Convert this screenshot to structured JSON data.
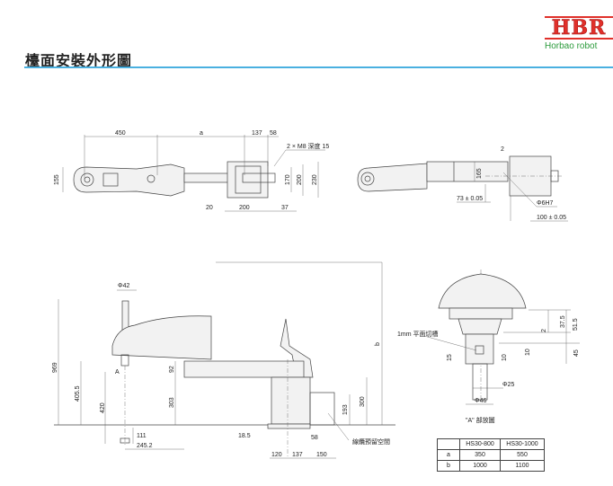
{
  "header": {
    "title": "檯面安裝外形圖",
    "logo_text": "HBR",
    "logo_sub": "Horbao robot"
  },
  "top_view": {
    "dims": [
      "450",
      "a",
      "137",
      "58",
      "155",
      "170",
      "200",
      "230",
      "20",
      "200",
      "37"
    ],
    "note": "2 × M8 深度 15"
  },
  "top_view_right": {
    "dims": [
      "2",
      "165",
      "73 ± 0.05",
      "Φ6H7",
      "100 ± 0.05"
    ]
  },
  "side_view": {
    "dims": [
      "Φ42",
      "969",
      "405.5",
      "420",
      "303",
      "92",
      "111",
      "245.2",
      "18.5",
      "120",
      "137",
      "150",
      "58",
      "193",
      "300",
      "b"
    ],
    "point_label": "A",
    "cable_note": "線纜預留空間"
  },
  "detail_a": {
    "dims": [
      "37.5",
      "51.5",
      "2",
      "45",
      "10",
      "10",
      "15",
      "Φ25",
      "Φ46"
    ],
    "slot_note": "1mm  平面切槽",
    "caption": "\"A\" 部放圖"
  },
  "spec_table": {
    "headers": [
      "",
      "HS30-800",
      "HS30-1000"
    ],
    "rows": [
      [
        "a",
        "350",
        "550"
      ],
      [
        "b",
        "1000",
        "1100"
      ]
    ]
  },
  "colors": {
    "accent_rule": "#4ab0e0",
    "logo_red": "#e0302a",
    "logo_green": "#2a9a3a"
  }
}
